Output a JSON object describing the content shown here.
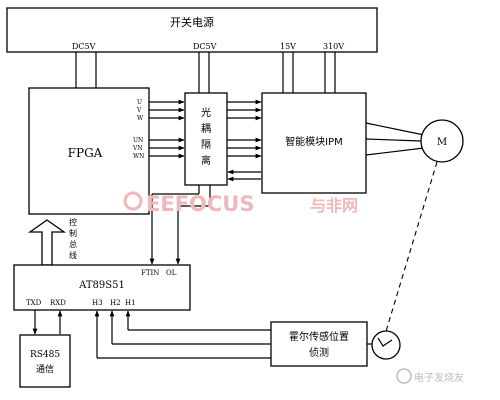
{
  "blocks": {
    "power_supply": "开关电源",
    "fpga": "FPGA",
    "optocoupler": [
      "光",
      "耦",
      "隔",
      "离"
    ],
    "ipm": "智能模块IPM",
    "motor": "M",
    "mcu": "AT89S51",
    "rs485": [
      "RS485",
      "通信"
    ],
    "hall": [
      "霍尔传感位置",
      "侦测"
    ],
    "control_bus": [
      "控",
      "制",
      "总",
      "线"
    ]
  },
  "voltages": {
    "fpga": "DC5V",
    "opto": "DC5V",
    "ipm_15": "15V",
    "ipm_310": "310V"
  },
  "signals": {
    "fpga_upper": [
      "U",
      "V",
      "W"
    ],
    "fpga_lower": [
      "UN",
      "VN",
      "WN"
    ],
    "ftin": "FTIN",
    "ol": "OL",
    "txd": "TXD",
    "rxd": "RXD",
    "h3": "H3",
    "h2": "H2",
    "h1": "H1"
  },
  "watermarks": {
    "eefocus_brand": "EEFOCUS",
    "eefocus_cn": "与非网",
    "elecfans": "电子发烧友"
  },
  "colors": {
    "line": "#000000",
    "watermark": "#f0b8b8"
  }
}
